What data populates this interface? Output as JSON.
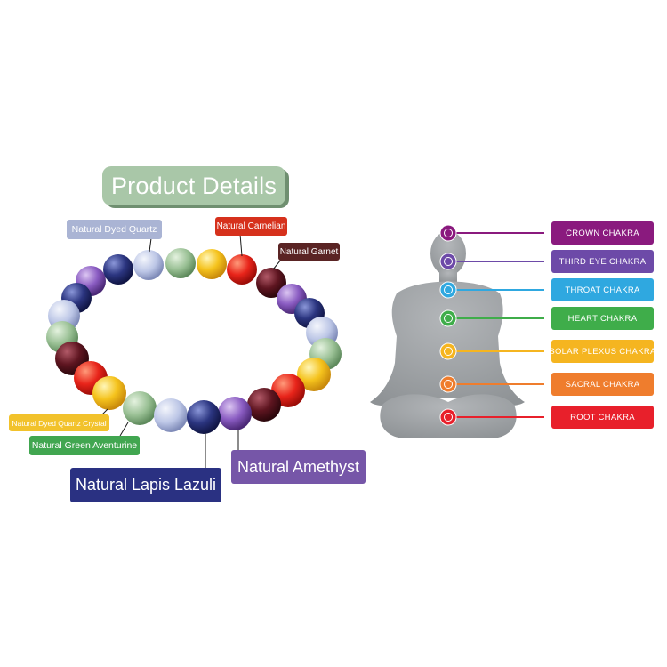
{
  "title": "Product Details",
  "stone_labels": {
    "dyed_quartz": "Natural Dyed Quartz",
    "carnelian": "Natural Carnelian",
    "garnet": "Natural Garnet",
    "dyed_quartz_crystal": "Natural Dyed Quartz Crystal",
    "green_aventurine": "Natural Green Aventurine",
    "amethyst": "Natural Amethyst",
    "lapis_lazuli": "Natural Lapis Lazuli"
  },
  "chakras": [
    {
      "label": "CROWN CHAKRA",
      "color": "#8a1a7e"
    },
    {
      "label": "THIRD EYE CHAKRA",
      "color": "#6d4aa8"
    },
    {
      "label": "THROAT CHAKRA",
      "color": "#2fa8e0"
    },
    {
      "label": "HEART CHAKRA",
      "color": "#3fad4a"
    },
    {
      "label": "SOLAR PLEXUS CHAKRA",
      "color": "#f5b520"
    },
    {
      "label": "SACRAL CHAKRA",
      "color": "#ef7d2d"
    },
    {
      "label": "ROOT CHAKRA",
      "color": "#e8202b"
    }
  ],
  "colors": {
    "title_pill": "#a9c7a8",
    "dyed_quartz_label": "#aab4d4",
    "carnelian_label": "#d6311c",
    "garnet_label": "#5a2424",
    "dyed_quartz_crystal_label": "#f2c22b",
    "green_aventurine_label": "#41a650",
    "amethyst_label": "#7656a8",
    "lapis_label": "#2a3182",
    "silhouette": "#9fa3a6"
  }
}
